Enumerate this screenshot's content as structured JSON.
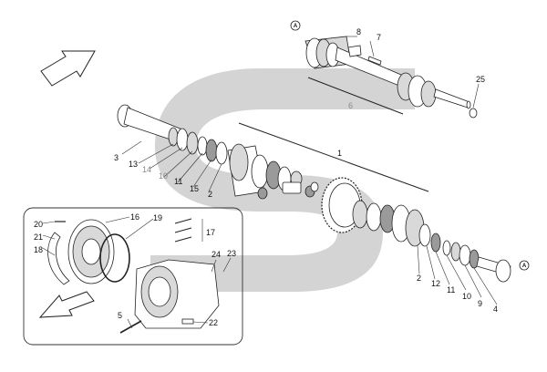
{
  "callouts": {
    "c1": "1",
    "c2a": "2",
    "c2b": "2",
    "c3": "3",
    "c4": "4",
    "c5": "5",
    "c6": "6",
    "c7": "7",
    "c8": "8",
    "c9": "9",
    "c10a": "10",
    "c10b": "10",
    "c11a": "11",
    "c11b": "11",
    "c12": "12",
    "c13": "13",
    "c14": "14",
    "c15": "15",
    "c16": "16",
    "c17": "17",
    "c18": "18",
    "c19": "19",
    "c20": "20",
    "c21": "21",
    "c22": "22",
    "c23": "23",
    "c24": "24",
    "c25": "25"
  },
  "refs": {
    "a_top": "A",
    "a_right": "A"
  },
  "watermark": {
    "color": "#d4d4d4"
  },
  "icons": {
    "direction_arrows": "outline-arrow-icon"
  }
}
